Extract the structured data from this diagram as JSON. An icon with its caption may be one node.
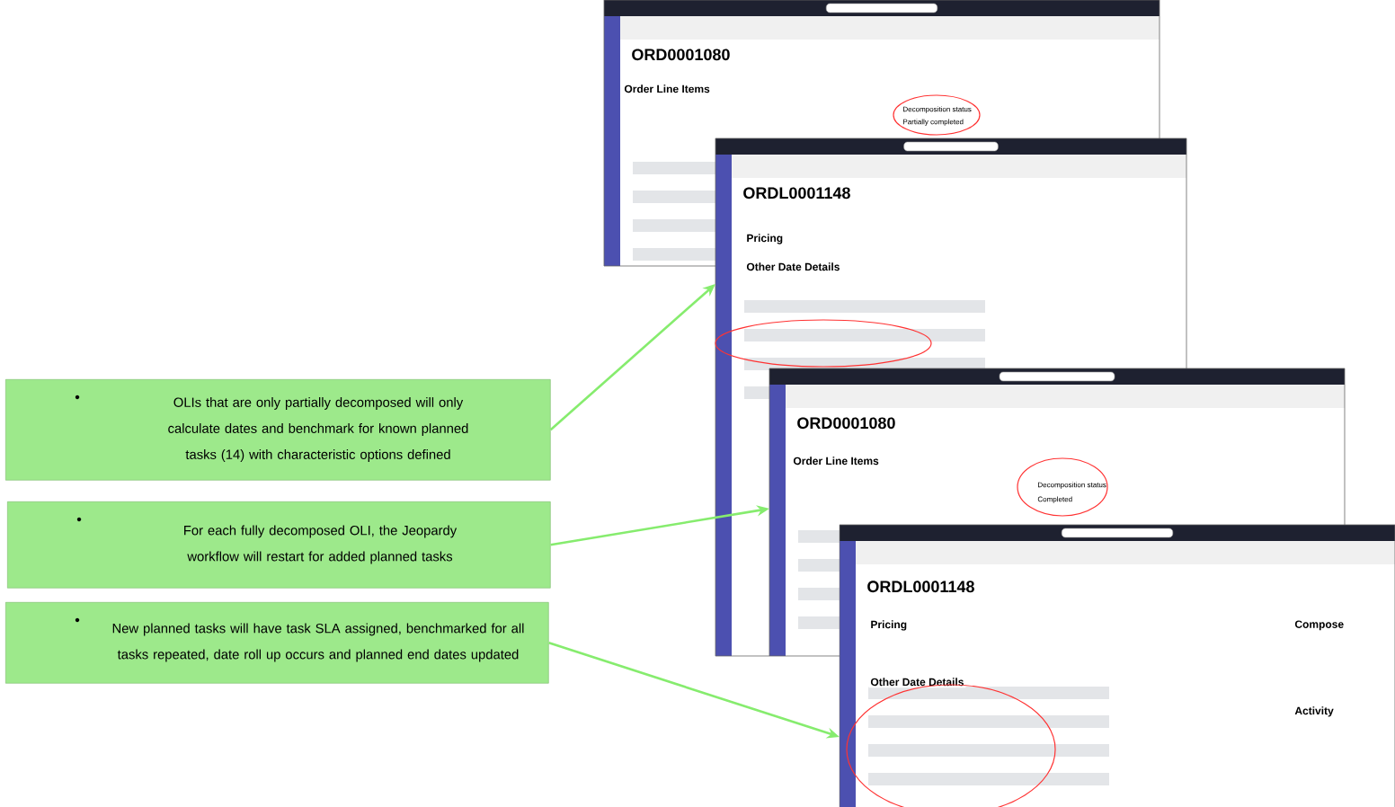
{
  "diagram": {
    "nodes": [
      {
        "text": [
          "OLIs that are only partially decomposed will only calculate dates and benchmark for known planned tasks (14) with characteristic options defined"
        ]
      },
      {
        "text": [
          "For each fully decomposed OLI, the Jeopardy workflow will restart for added planned tasks"
        ]
      },
      {
        "text": [
          "New planned tasks will have task SLA assigned, benchmarked for all tasks repeated, date roll up occurs and planned end dates updated"
        ]
      },
      {
        "text": [
          "ORD0001080",
          "Order Line Items",
          "Decomposition status",
          "Partially completed"
        ]
      },
      {
        "text": [
          "ORDL0001148",
          "Pricing",
          "Other Date Details"
        ]
      },
      {
        "text": [
          "ORD0001080",
          "Order Line Items",
          "Decomposition status",
          "Completed"
        ]
      },
      {
        "text": [
          "ORDL0001148",
          "Pricing",
          "Other Date Details",
          "Compose",
          "Activity"
        ]
      }
    ],
    "edges": [
      {
        "from": 0,
        "to": 4,
        "arrow": "to"
      },
      {
        "from": 1,
        "to": 5,
        "arrow": "to"
      },
      {
        "from": 2,
        "to": 6,
        "arrow": "to"
      }
    ]
  }
}
